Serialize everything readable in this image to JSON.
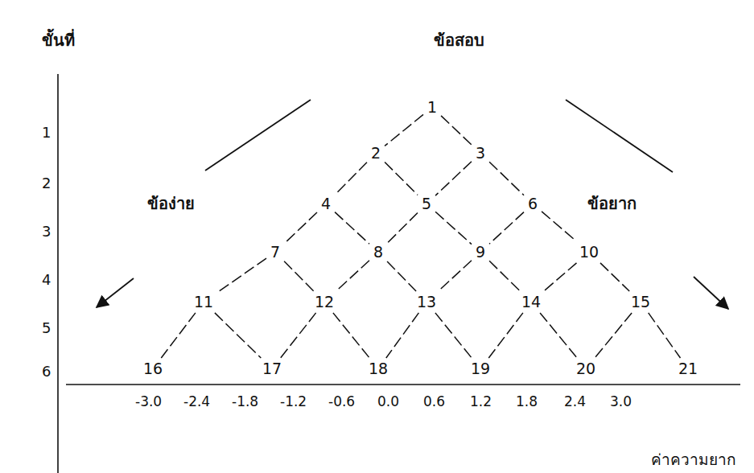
{
  "diagram": {
    "nodes": [
      {
        "text": [
          "1"
        ]
      },
      {
        "text": [
          "2"
        ]
      },
      {
        "text": [
          "3"
        ]
      },
      {
        "text": [
          "4"
        ]
      },
      {
        "text": [
          "5"
        ]
      },
      {
        "text": [
          "6"
        ]
      },
      {
        "text": [
          "7"
        ]
      },
      {
        "text": [
          "8"
        ]
      },
      {
        "text": [
          "9"
        ]
      },
      {
        "text": [
          "10"
        ]
      },
      {
        "text": [
          "11"
        ]
      },
      {
        "text": [
          "12"
        ]
      },
      {
        "text": [
          "13"
        ]
      },
      {
        "text": [
          "14"
        ]
      },
      {
        "text": [
          "15"
        ]
      },
      {
        "text": [
          "16"
        ]
      },
      {
        "text": [
          "17"
        ]
      },
      {
        "text": [
          "18"
        ]
      },
      {
        "text": [
          "19"
        ]
      },
      {
        "text": [
          "20"
        ]
      },
      {
        "text": [
          "21"
        ]
      }
    ],
    "edges": [
      {
        "from": 0,
        "to": 1,
        "arrow": "none"
      },
      {
        "from": 0,
        "to": 2,
        "arrow": "none"
      },
      {
        "from": 1,
        "to": 3,
        "arrow": "none"
      },
      {
        "from": 1,
        "to": 4,
        "arrow": "none"
      },
      {
        "from": 2,
        "to": 4,
        "arrow": "none"
      },
      {
        "from": 2,
        "to": 5,
        "arrow": "none"
      },
      {
        "from": 3,
        "to": 6,
        "arrow": "none"
      },
      {
        "from": 3,
        "to": 7,
        "arrow": "none"
      },
      {
        "from": 4,
        "to": 7,
        "arrow": "none"
      },
      {
        "from": 4,
        "to": 8,
        "arrow": "none"
      },
      {
        "from": 5,
        "to": 8,
        "arrow": "none"
      },
      {
        "from": 5,
        "to": 9,
        "arrow": "none"
      },
      {
        "from": 6,
        "to": 10,
        "arrow": "none"
      },
      {
        "from": 6,
        "to": 11,
        "arrow": "none"
      },
      {
        "from": 7,
        "to": 11,
        "arrow": "none"
      },
      {
        "from": 7,
        "to": 12,
        "arrow": "none"
      },
      {
        "from": 8,
        "to": 12,
        "arrow": "none"
      },
      {
        "from": 8,
        "to": 13,
        "arrow": "none"
      },
      {
        "from": 9,
        "to": 13,
        "arrow": "none"
      },
      {
        "from": 9,
        "to": 14,
        "arrow": "none"
      },
      {
        "from": 10,
        "to": 15,
        "arrow": "none"
      },
      {
        "from": 10,
        "to": 16,
        "arrow": "none"
      },
      {
        "from": 11,
        "to": 16,
        "arrow": "none"
      },
      {
        "from": 11,
        "to": 17,
        "arrow": "none"
      },
      {
        "from": 12,
        "to": 17,
        "arrow": "none"
      },
      {
        "from": 12,
        "to": 18,
        "arrow": "none"
      },
      {
        "from": 13,
        "to": 18,
        "arrow": "none"
      },
      {
        "from": 13,
        "to": 19,
        "arrow": "none"
      },
      {
        "from": 14,
        "to": 19,
        "arrow": "none"
      },
      {
        "from": 14,
        "to": 20,
        "arrow": "none"
      }
    ],
    "labels": [
      "ขั้นที่",
      "ข้อสอบ",
      "ข้อง่าย",
      "ข้อยาก",
      "1",
      "2",
      "3",
      "4",
      "5",
      "6",
      "-3.0",
      "-2.4",
      "-1.8",
      "-1.2",
      "-0.6",
      "0.0",
      "0.6",
      "1.2",
      "1.8",
      "2.4",
      "3.0",
      "ค่าความยาก"
    ]
  }
}
